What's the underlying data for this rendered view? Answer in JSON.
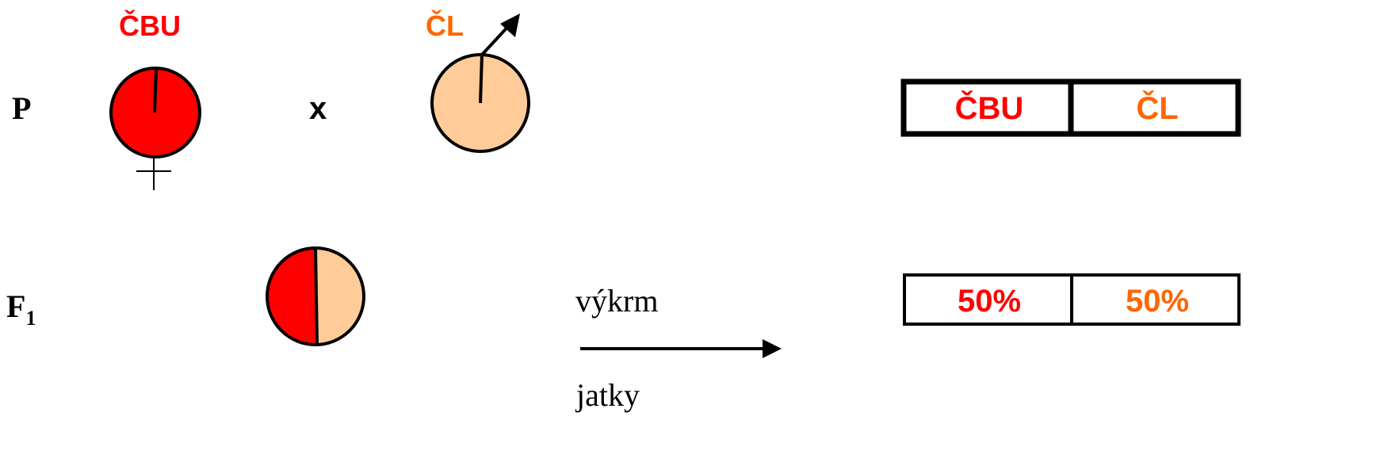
{
  "generations": {
    "parent_label": "P",
    "f1_label": "F",
    "f1_subscript": "1"
  },
  "parents": {
    "female_breed": "ČBU",
    "male_breed": "ČL",
    "cross_symbol": "x",
    "female_symbol": "female-symbol",
    "male_symbol": "male-symbol"
  },
  "process": {
    "top_label": "výkrm",
    "bottom_label": "jatky"
  },
  "parent_table": {
    "cells": [
      "ČBU",
      "ČL"
    ]
  },
  "f1_table": {
    "cells": [
      "50%",
      "50%"
    ]
  },
  "colors": {
    "cbu_breed": "#ff0000",
    "cl_breed": "#ff6600",
    "cl_fill": "#ffcc99",
    "outline": "#000000"
  }
}
